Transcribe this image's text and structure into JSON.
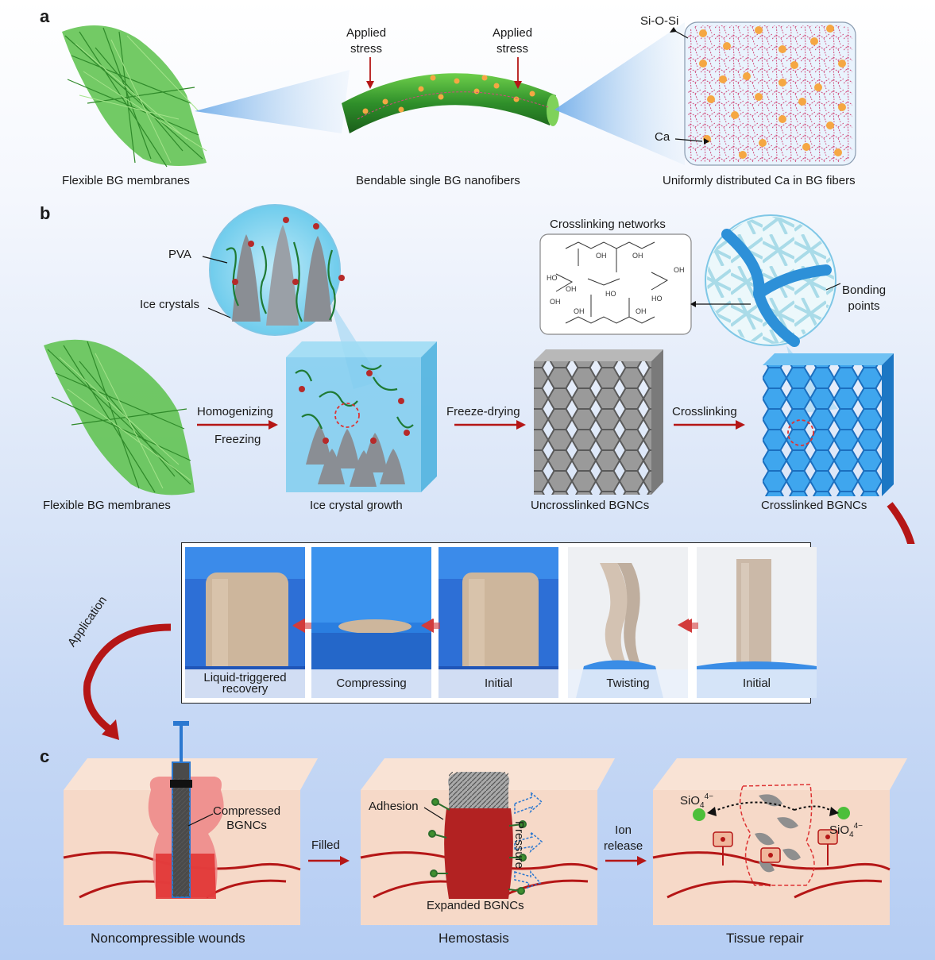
{
  "panels": {
    "a": "a",
    "b": "b",
    "c": "c"
  },
  "panel_a": {
    "applied_stress_1": [
      "Applied",
      "stress"
    ],
    "applied_stress_2": [
      "Applied",
      "stress"
    ],
    "si_o_si": "Si-O-Si",
    "ca": "Ca",
    "captions": [
      "Flexible BG membranes",
      "Bendable single BG nanofibers",
      "Uniformly distributed Ca in BG fibers"
    ]
  },
  "panel_b": {
    "pva": "PVA",
    "ice_crystals": "Ice crystals",
    "crosslinking_networks": "Crosslinking networks",
    "bonding_points": [
      "Bonding",
      "points"
    ],
    "steps": {
      "homogenizing": "Homogenizing",
      "freezing": "Freezing",
      "freeze_drying": "Freeze-drying",
      "crosslinking": "Crosslinking"
    },
    "captions": [
      "Flexible BG membranes",
      "Ice crystal growth",
      "Uncrosslinked BGNCs",
      "Crosslinked BGNCs"
    ],
    "photos": [
      {
        "caption": "Liquid-triggered recovery"
      },
      {
        "caption": "Compressing"
      },
      {
        "caption": "Initial"
      },
      {
        "caption": "Twisting"
      },
      {
        "caption": "Initial"
      }
    ],
    "application": "Application"
  },
  "panel_c": {
    "compressed": [
      "Compressed",
      "BGNCs"
    ],
    "filled": "Filled",
    "adhesion": "Adhesion",
    "pressure": "Pressure",
    "expanded": "Expanded BGNCs",
    "ion_release": [
      "Ion",
      "release"
    ],
    "sio4_left": "SiO",
    "sio4_right": "SiO",
    "sio4_sub": "4",
    "sio4_sup": "4−",
    "captions": [
      "Noncompressible wounds",
      "Hemostasis",
      "Tissue repair"
    ]
  },
  "colors": {
    "green": "#3fa33a",
    "blue": "#2e9be0",
    "red": "#b51616",
    "skin": "#f6d9c8",
    "ca": "#f5a743"
  }
}
